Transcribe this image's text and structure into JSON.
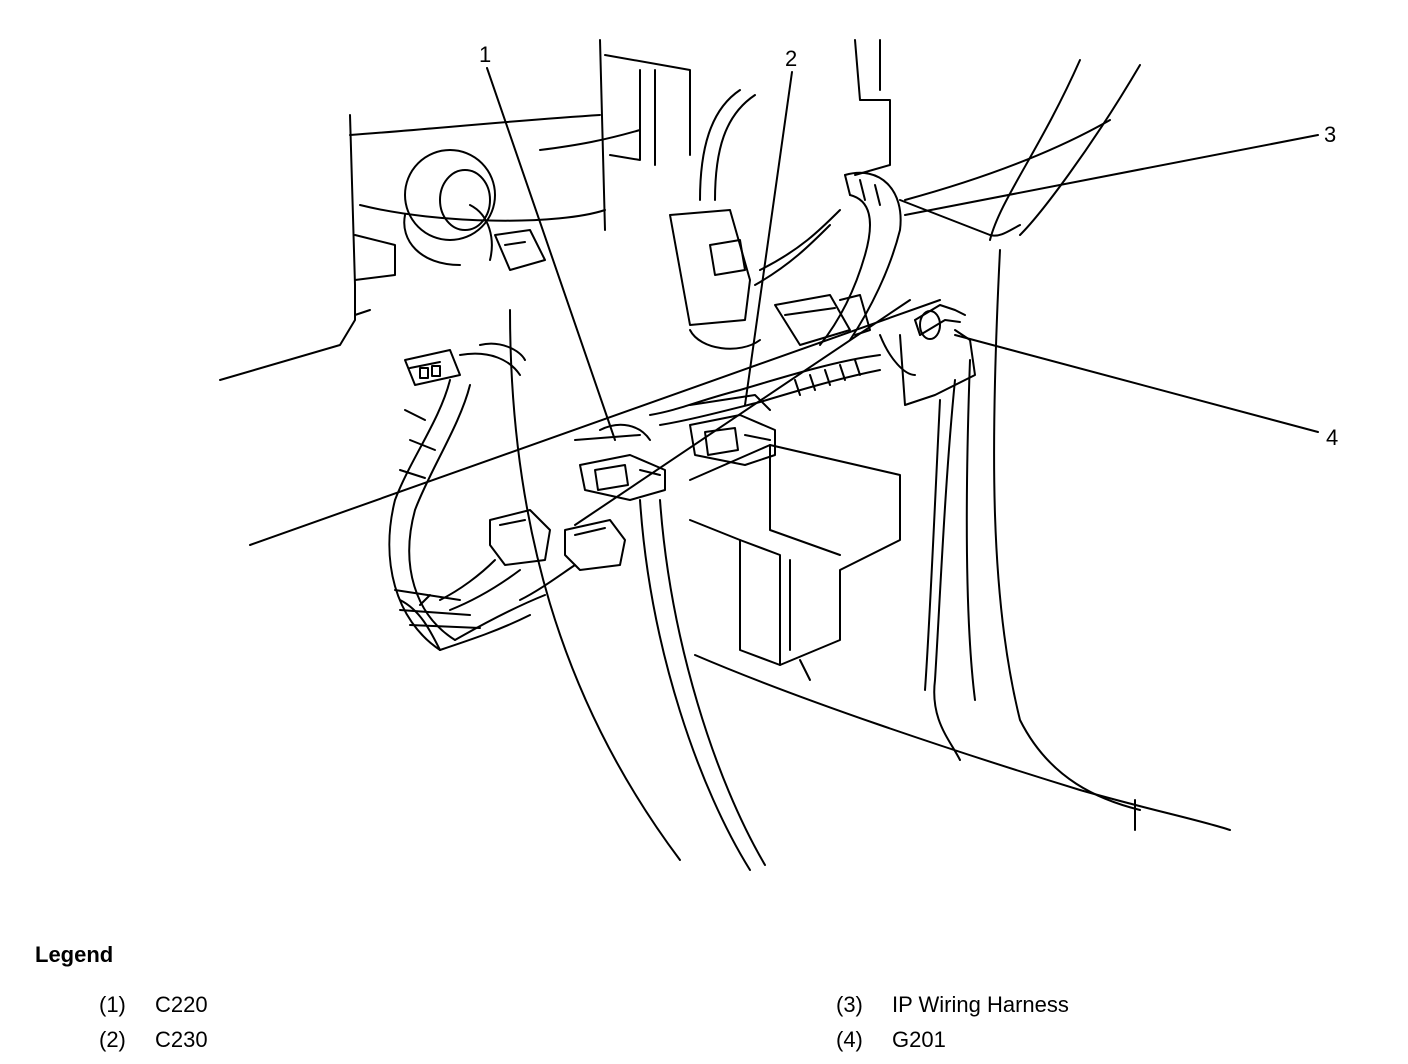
{
  "callouts": [
    {
      "number": "1"
    },
    {
      "number": "2"
    },
    {
      "number": "3"
    },
    {
      "number": "4"
    }
  ],
  "legend": {
    "title": "Legend",
    "items": [
      {
        "key": "(1)",
        "label": "C220"
      },
      {
        "key": "(2)",
        "label": "C230"
      },
      {
        "key": "(3)",
        "label": "IP Wiring Harness"
      },
      {
        "key": "(4)",
        "label": "G201"
      }
    ]
  },
  "colors": {
    "line": "#000000",
    "background": "#ffffff"
  }
}
